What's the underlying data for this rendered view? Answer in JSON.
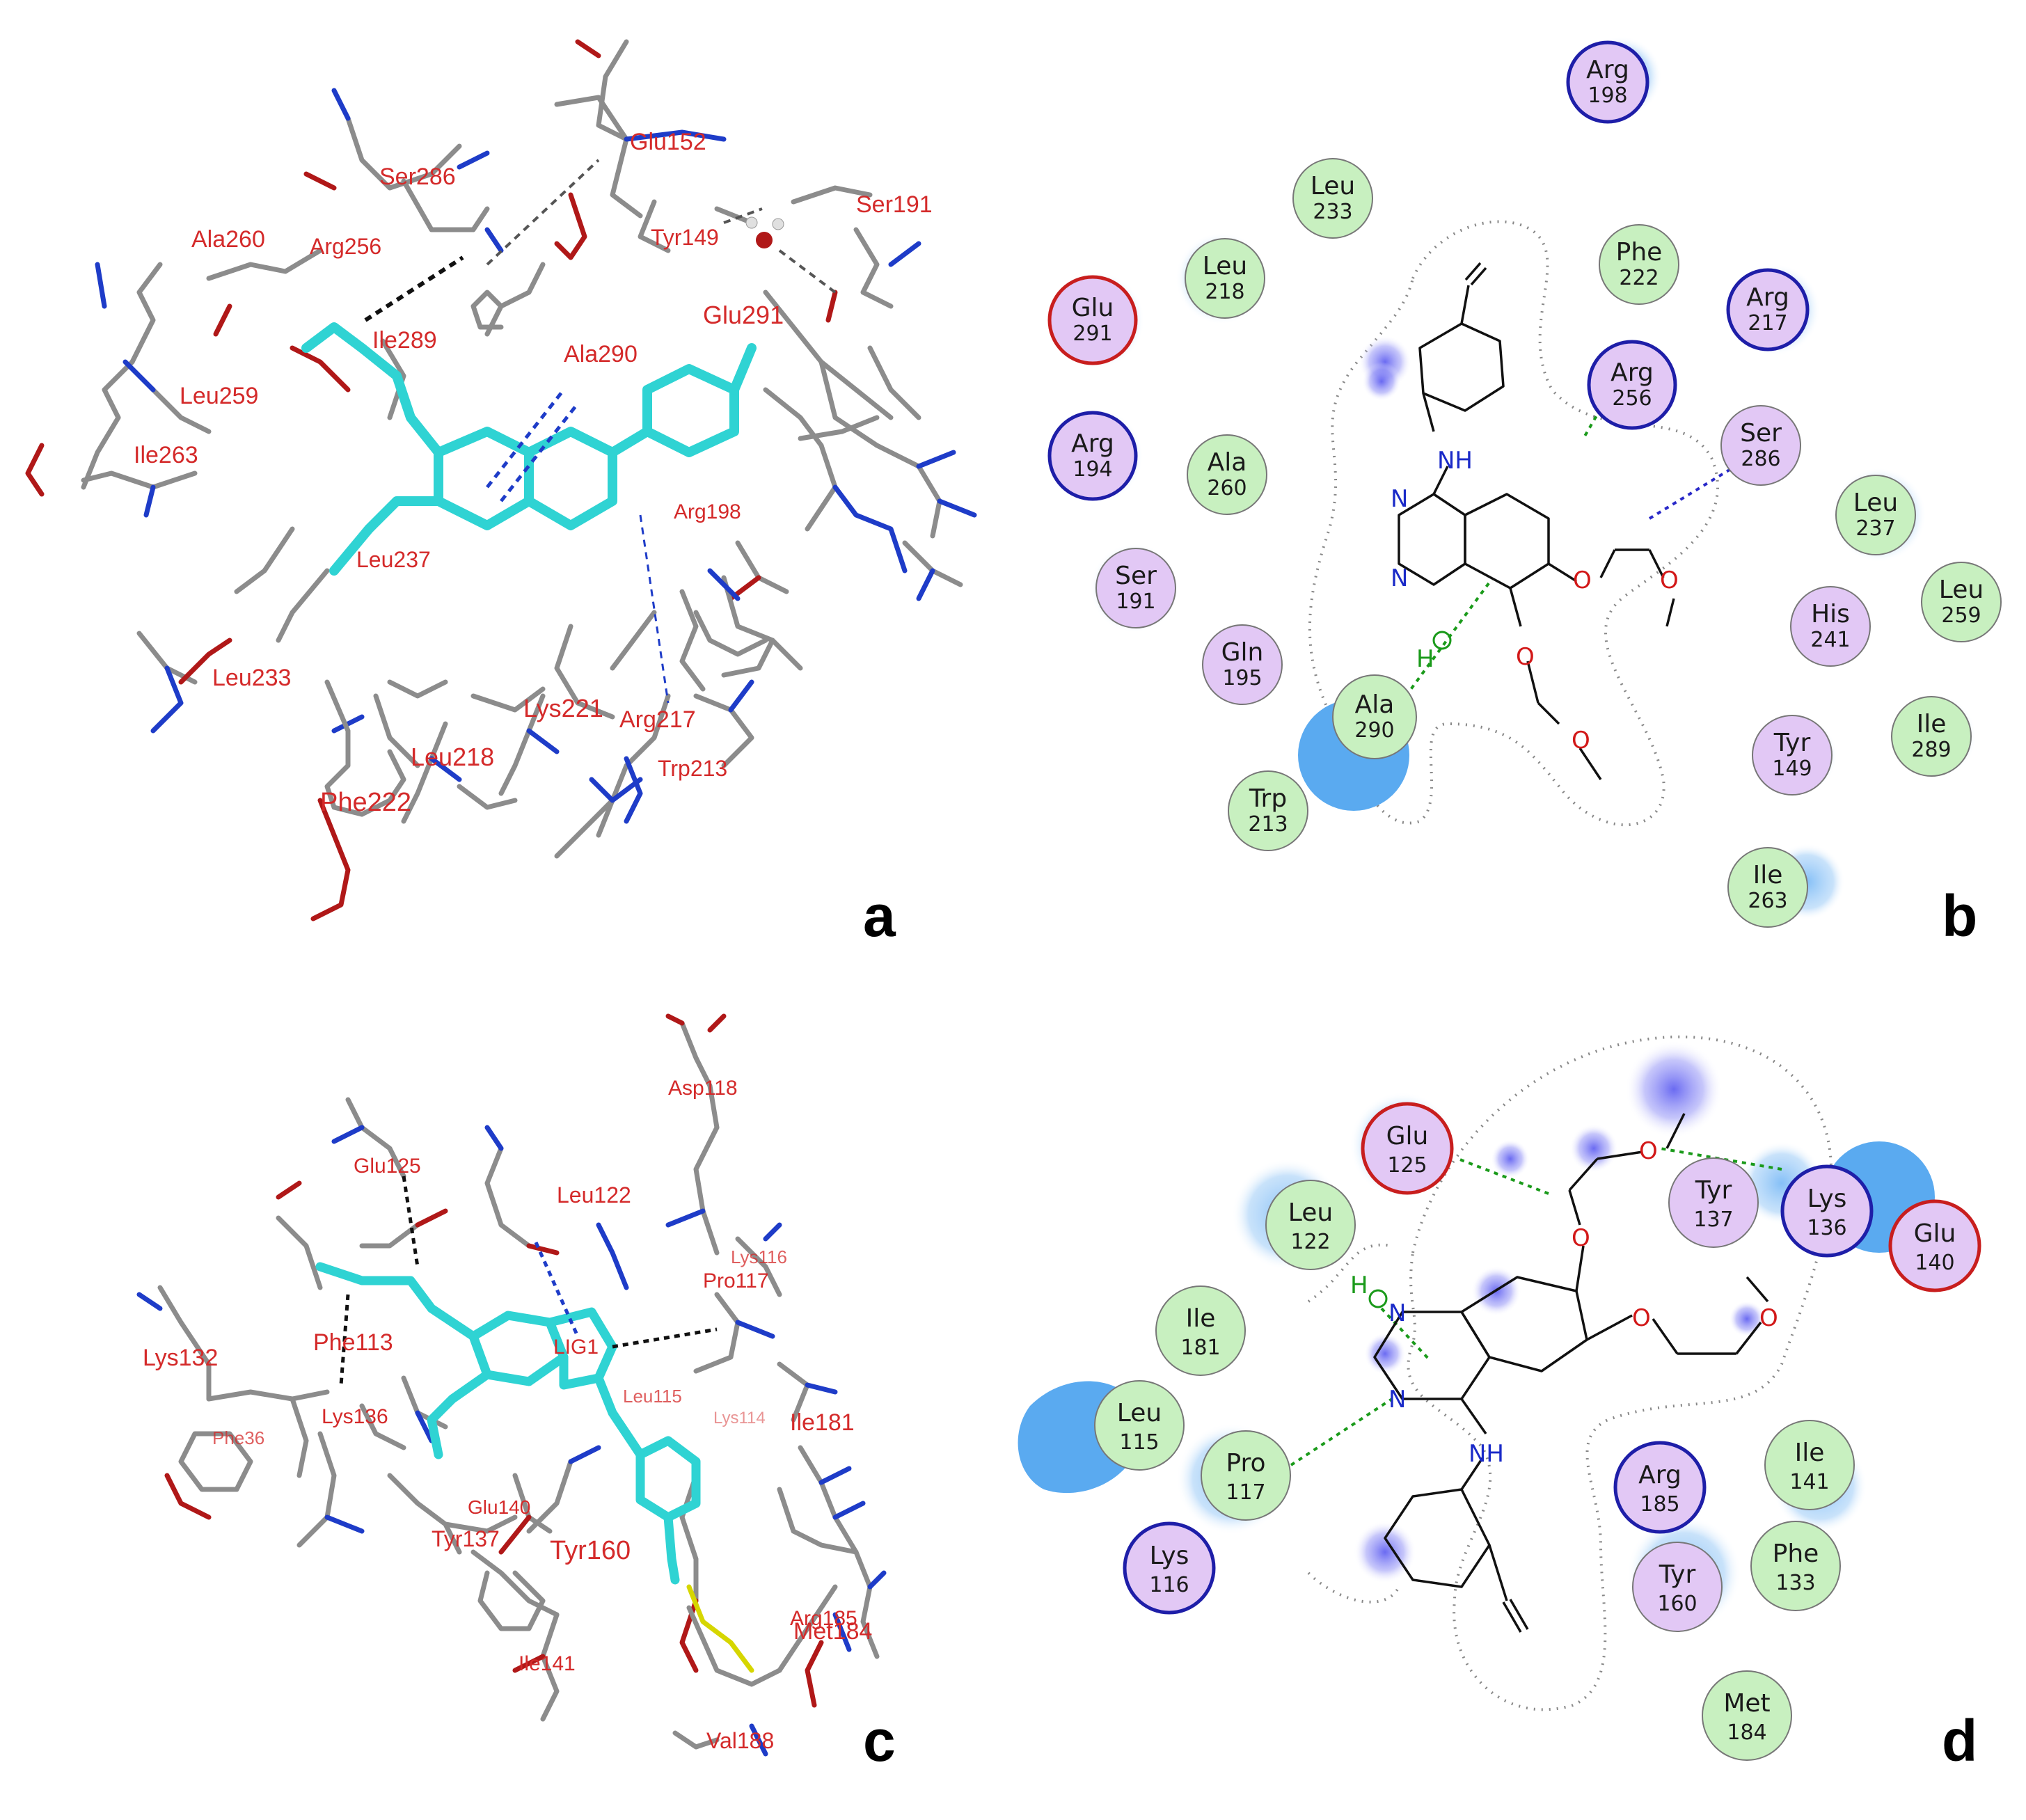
{
  "panels": [
    {
      "letter": "a",
      "labels": [
        {
          "text": "Ser286",
          "size": 34
        },
        {
          "text": "Glu152",
          "size": 34
        },
        {
          "text": "Ser191",
          "size": 34
        },
        {
          "text": "Ala260",
          "size": 34
        },
        {
          "text": "Arg256",
          "size": 32
        },
        {
          "text": "Tyr149",
          "size": 32
        },
        {
          "text": "Ile289",
          "size": 34
        },
        {
          "text": "Glu291",
          "size": 36
        },
        {
          "text": "Ala290",
          "size": 34
        },
        {
          "text": "Leu259",
          "size": 34
        },
        {
          "text": "Ile263",
          "size": 34
        },
        {
          "text": "Arg198",
          "size": 30
        },
        {
          "text": "Leu237",
          "size": 32
        },
        {
          "text": "Leu233",
          "size": 34
        },
        {
          "text": "Lys221",
          "size": 36
        },
        {
          "text": "Arg217",
          "size": 34
        },
        {
          "text": "Trp213",
          "size": 32
        },
        {
          "text": "Leu218",
          "size": 36
        },
        {
          "text": "Phe222",
          "size": 38
        }
      ]
    },
    {
      "letter": "b",
      "residues": [
        {
          "name": "Arg",
          "num": "198",
          "kind": "polar",
          "ring": "blue"
        },
        {
          "name": "Leu",
          "num": "233",
          "kind": "hydrophobic",
          "ring": "none"
        },
        {
          "name": "Leu",
          "num": "218",
          "kind": "hydrophobic",
          "ring": "none"
        },
        {
          "name": "Phe",
          "num": "222",
          "kind": "hydrophobic",
          "ring": "none"
        },
        {
          "name": "Glu",
          "num": "291",
          "kind": "polar",
          "ring": "red"
        },
        {
          "name": "Arg",
          "num": "217",
          "kind": "polar",
          "ring": "blue"
        },
        {
          "name": "Arg",
          "num": "256",
          "kind": "polar",
          "ring": "blue"
        },
        {
          "name": "Arg",
          "num": "194",
          "kind": "polar",
          "ring": "blue"
        },
        {
          "name": "Ala",
          "num": "260",
          "kind": "hydrophobic",
          "ring": "none"
        },
        {
          "name": "Ser",
          "num": "286",
          "kind": "polar",
          "ring": "none"
        },
        {
          "name": "Leu",
          "num": "237",
          "kind": "hydrophobic",
          "ring": "none"
        },
        {
          "name": "Ser",
          "num": "191",
          "kind": "polar",
          "ring": "none"
        },
        {
          "name": "His",
          "num": "241",
          "kind": "polar",
          "ring": "none"
        },
        {
          "name": "Leu",
          "num": "259",
          "kind": "hydrophobic",
          "ring": "none"
        },
        {
          "name": "Gln",
          "num": "195",
          "kind": "polar",
          "ring": "none"
        },
        {
          "name": "Ala",
          "num": "290",
          "kind": "hydrophobic",
          "ring": "none"
        },
        {
          "name": "Tyr",
          "num": "149",
          "kind": "polar",
          "ring": "none"
        },
        {
          "name": "Ile",
          "num": "289",
          "kind": "hydrophobic",
          "ring": "none"
        },
        {
          "name": "Trp",
          "num": "213",
          "kind": "hydrophobic",
          "ring": "none"
        },
        {
          "name": "Ile",
          "num": "263",
          "kind": "hydrophobic",
          "ring": "none"
        }
      ],
      "atoms": [
        "NH",
        "N",
        "N",
        "O",
        "O",
        "O",
        "O",
        "H"
      ]
    },
    {
      "letter": "c",
      "labels": [
        {
          "text": "Asp118",
          "size": 30
        },
        {
          "text": "Glu125",
          "size": 30
        },
        {
          "text": "Leu122",
          "size": 32
        },
        {
          "text": "Lys116",
          "size": 26
        },
        {
          "text": "Pro117",
          "size": 30
        },
        {
          "text": "Lys132",
          "size": 34
        },
        {
          "text": "Phe113",
          "size": 34
        },
        {
          "text": "LIG1",
          "size": 30
        },
        {
          "text": "Leu115",
          "size": 26
        },
        {
          "text": "Lys114",
          "size": 24
        },
        {
          "text": "Ile181",
          "size": 34
        },
        {
          "text": "Phe36",
          "size": 26
        },
        {
          "text": "Lys136",
          "size": 30
        },
        {
          "text": "Glu140",
          "size": 28
        },
        {
          "text": "Tyr137",
          "size": 32
        },
        {
          "text": "Tyr160",
          "size": 38
        },
        {
          "text": "Ile141",
          "size": 30
        },
        {
          "text": "Arg185",
          "size": 30
        },
        {
          "text": "Met184",
          "size": 34
        },
        {
          "text": "Val188",
          "size": 32
        }
      ]
    },
    {
      "letter": "d",
      "residues": [
        {
          "name": "Glu",
          "num": "125",
          "kind": "polar",
          "ring": "red"
        },
        {
          "name": "Tyr",
          "num": "137",
          "kind": "polar",
          "ring": "none"
        },
        {
          "name": "Lys",
          "num": "136",
          "kind": "polar",
          "ring": "blue"
        },
        {
          "name": "Glu",
          "num": "140",
          "kind": "polar",
          "ring": "red"
        },
        {
          "name": "Leu",
          "num": "122",
          "kind": "hydrophobic",
          "ring": "none"
        },
        {
          "name": "Ile",
          "num": "181",
          "kind": "hydrophobic",
          "ring": "none"
        },
        {
          "name": "Leu",
          "num": "115",
          "kind": "hydrophobic",
          "ring": "none"
        },
        {
          "name": "Pro",
          "num": "117",
          "kind": "hydrophobic",
          "ring": "none"
        },
        {
          "name": "Arg",
          "num": "185",
          "kind": "polar",
          "ring": "blue"
        },
        {
          "name": "Ile",
          "num": "141",
          "kind": "hydrophobic",
          "ring": "none"
        },
        {
          "name": "Lys",
          "num": "116",
          "kind": "polar",
          "ring": "blue"
        },
        {
          "name": "Tyr",
          "num": "160",
          "kind": "polar",
          "ring": "none"
        },
        {
          "name": "Phe",
          "num": "133",
          "kind": "hydrophobic",
          "ring": "none"
        },
        {
          "name": "Met",
          "num": "184",
          "kind": "hydrophobic",
          "ring": "none"
        }
      ],
      "atoms": [
        "NH",
        "N",
        "N",
        "O",
        "O",
        "O",
        "O",
        "H"
      ]
    }
  ],
  "colors": {
    "label_red": "#d42a2a",
    "carbon_gray": "#8c8c8c",
    "ligand_cyan": "#2fd3d3",
    "nitrogen_blue": "#1e3cc8",
    "oxygen_red": "#b01818",
    "hydrophobic_fill": "#c8f0c0",
    "polar_fill": "#e2c8f5",
    "hbond_green": "#1a9a1a",
    "ring_blue": "#1e1ea8",
    "ring_red": "#c81e1e",
    "exposure_blue": "#5aaaf0",
    "atom_blue": "#1a2ac8",
    "atom_red": "#d21818"
  }
}
